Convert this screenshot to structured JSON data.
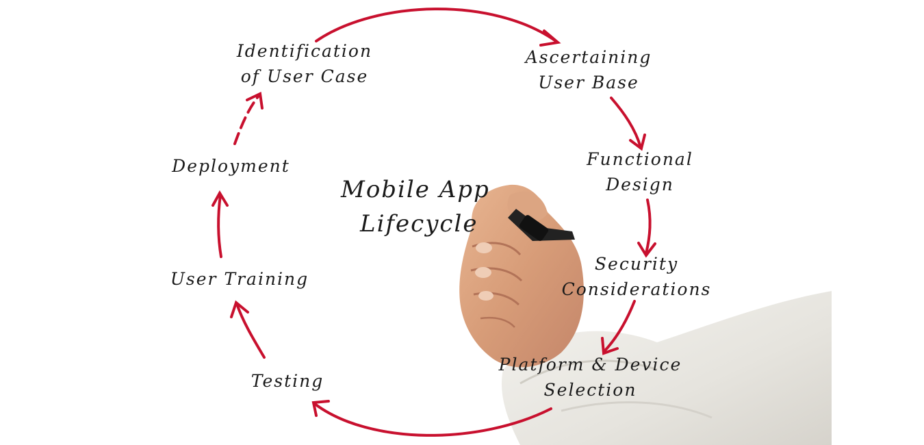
{
  "diagram": {
    "title": {
      "line1": "Mobile App",
      "line2": "Lifecycle"
    },
    "stages": [
      {
        "line1": "Identification",
        "line2": "of User Case"
      },
      {
        "line1": "Ascertaining",
        "line2": "User Base"
      },
      {
        "line1": "Functional",
        "line2": "Design"
      },
      {
        "line1": "Security",
        "line2": "Considerations"
      },
      {
        "line1": "Platform & Device",
        "line2": "Selection"
      },
      {
        "line1": "Testing"
      },
      {
        "line1": "User Training"
      },
      {
        "line1": "Deployment"
      }
    ],
    "colors": {
      "arrow": "#c8102e",
      "text": "#1a1a1a",
      "sleeve": "#ecebe6",
      "skin": "#d9a07d"
    }
  }
}
